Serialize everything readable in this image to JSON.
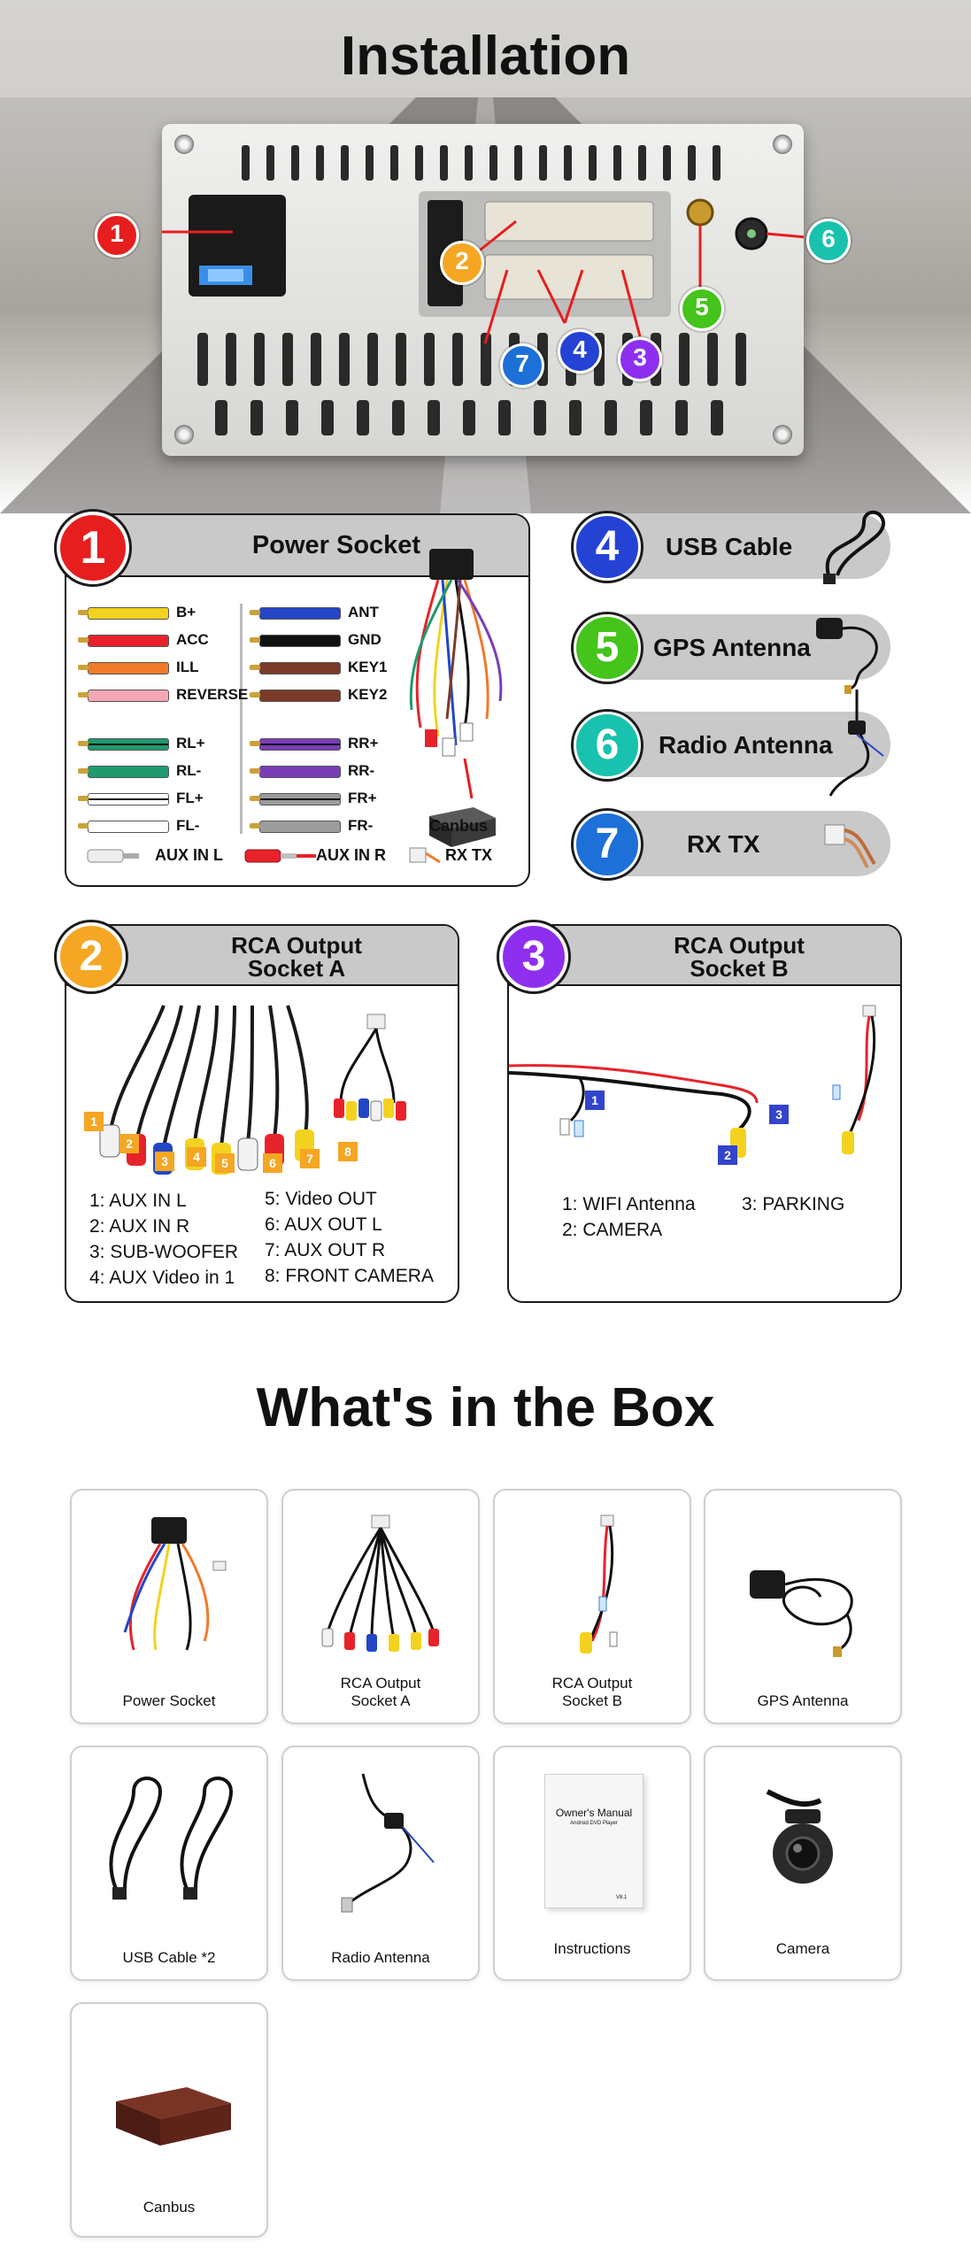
{
  "hero": {
    "title": "Installation",
    "markers": [
      "1",
      "2",
      "3",
      "4",
      "5",
      "6",
      "7"
    ]
  },
  "panels": {
    "power": {
      "number": "1",
      "title": "Power Socket",
      "left_wires": [
        {
          "label": "B+",
          "color": "#f3d21f"
        },
        {
          "label": "ACC",
          "color": "#e8222a"
        },
        {
          "label": "ILL",
          "color": "#f07a2a"
        },
        {
          "label": "REVERSE",
          "color": "#f4a8b4"
        },
        {
          "label": "RL+",
          "color": "#1f9a6e",
          "stripe": true
        },
        {
          "label": "RL-",
          "color": "#1f9a6e"
        },
        {
          "label": "FL+",
          "color": "#ffffff",
          "stripe": true
        },
        {
          "label": "FL-",
          "color": "#ffffff"
        }
      ],
      "right_wires": [
        {
          "label": "ANT",
          "color": "#2346c6"
        },
        {
          "label": "GND",
          "color": "#111111"
        },
        {
          "label": "KEY1",
          "color": "#7b3b2a"
        },
        {
          "label": "KEY2",
          "color": "#7b3b2a"
        },
        {
          "label": "RR+",
          "color": "#7a3db8",
          "stripe": true
        },
        {
          "label": "RR-",
          "color": "#7a3db8"
        },
        {
          "label": "FR+",
          "color": "#9c9c9c",
          "stripe": true
        },
        {
          "label": "FR-",
          "color": "#9c9c9c"
        }
      ],
      "aux_l": "AUX IN L",
      "aux_r": "AUX IN R",
      "rx_tx": "RX TX",
      "canbus": "Canbus"
    },
    "usb": {
      "number": "4",
      "title": "USB Cable"
    },
    "gps": {
      "number": "5",
      "title": "GPS Antenna"
    },
    "radio": {
      "number": "6",
      "title": "Radio Antenna"
    },
    "rxtx": {
      "number": "7",
      "title": "RX TX"
    },
    "rca_a": {
      "number": "2",
      "title_line1": "RCA Output",
      "title_line2": "Socket A",
      "tags": [
        "1",
        "2",
        "3",
        "4",
        "5",
        "6",
        "7",
        "8"
      ],
      "items_left": [
        "1: AUX IN L",
        "2: AUX IN R",
        "3: SUB-WOOFER",
        "4: AUX Video in 1"
      ],
      "items_right": [
        "5: Video OUT",
        "6: AUX OUT L",
        "7: AUX OUT R",
        "8: FRONT CAMERA"
      ]
    },
    "rca_b": {
      "number": "3",
      "title_line1": "RCA Output",
      "title_line2": "Socket B",
      "tags": [
        "1",
        "2",
        "3"
      ],
      "items_left": [
        "1: WIFI Antenna",
        "2: CAMERA"
      ],
      "items_right": [
        "3: PARKING"
      ]
    }
  },
  "box": {
    "title": "What's in the Box",
    "items": [
      {
        "line1": "Power Socket",
        "line2": ""
      },
      {
        "line1": "RCA Output",
        "line2": "Socket A"
      },
      {
        "line1": "RCA Output",
        "line2": "Socket B"
      },
      {
        "line1": "GPS Antenna",
        "line2": ""
      },
      {
        "line1": "USB Cable  *2",
        "line2": ""
      },
      {
        "line1": "Radio Antenna",
        "line2": ""
      },
      {
        "line1": "Instructions",
        "line2": ""
      },
      {
        "line1": "Camera",
        "line2": ""
      },
      {
        "line1": "Canbus",
        "line2": ""
      }
    ],
    "manual_title": "Owner's Manual",
    "manual_subtitle": "Android DVD Player",
    "manual_version": "V8.1"
  },
  "colors": {
    "marker_1": "#e61e1e",
    "marker_2": "#f5a623",
    "marker_3": "#8e2ff0",
    "marker_4": "#2443d4",
    "marker_5": "#45c41b",
    "marker_6": "#18c2ae",
    "marker_7": "#1c70d8",
    "panel_header": "#c9c9c9"
  }
}
